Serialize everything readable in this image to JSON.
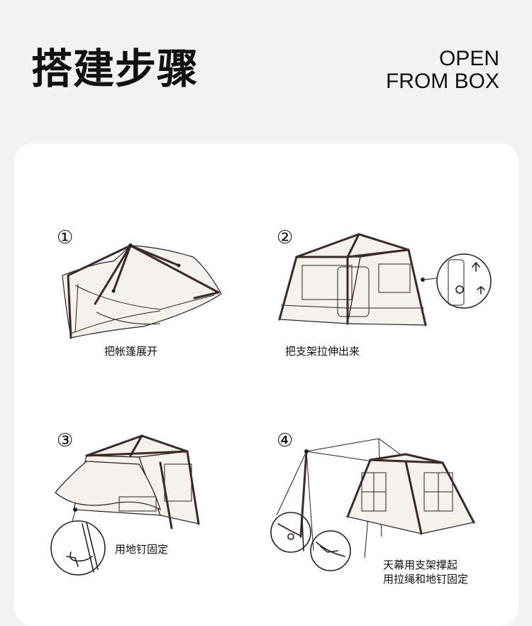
{
  "header": {
    "title": "搭建步骤",
    "subtitle_line1": "OPEN",
    "subtitle_line2": "FROM BOX"
  },
  "steps": [
    {
      "number": "①",
      "caption": "把帐篷展开",
      "icon": "folded-tent-illustration"
    },
    {
      "number": "②",
      "caption": "把支架拉伸出来",
      "icon": "tent-frame-extend-illustration"
    },
    {
      "number": "③",
      "caption": "用地钉固定",
      "icon": "tent-stake-illustration"
    },
    {
      "number": "④",
      "caption_line1": "天幕用支架撑起",
      "caption_line2": "用拉绳和地钉固定",
      "icon": "tent-awning-illustration"
    }
  ]
}
